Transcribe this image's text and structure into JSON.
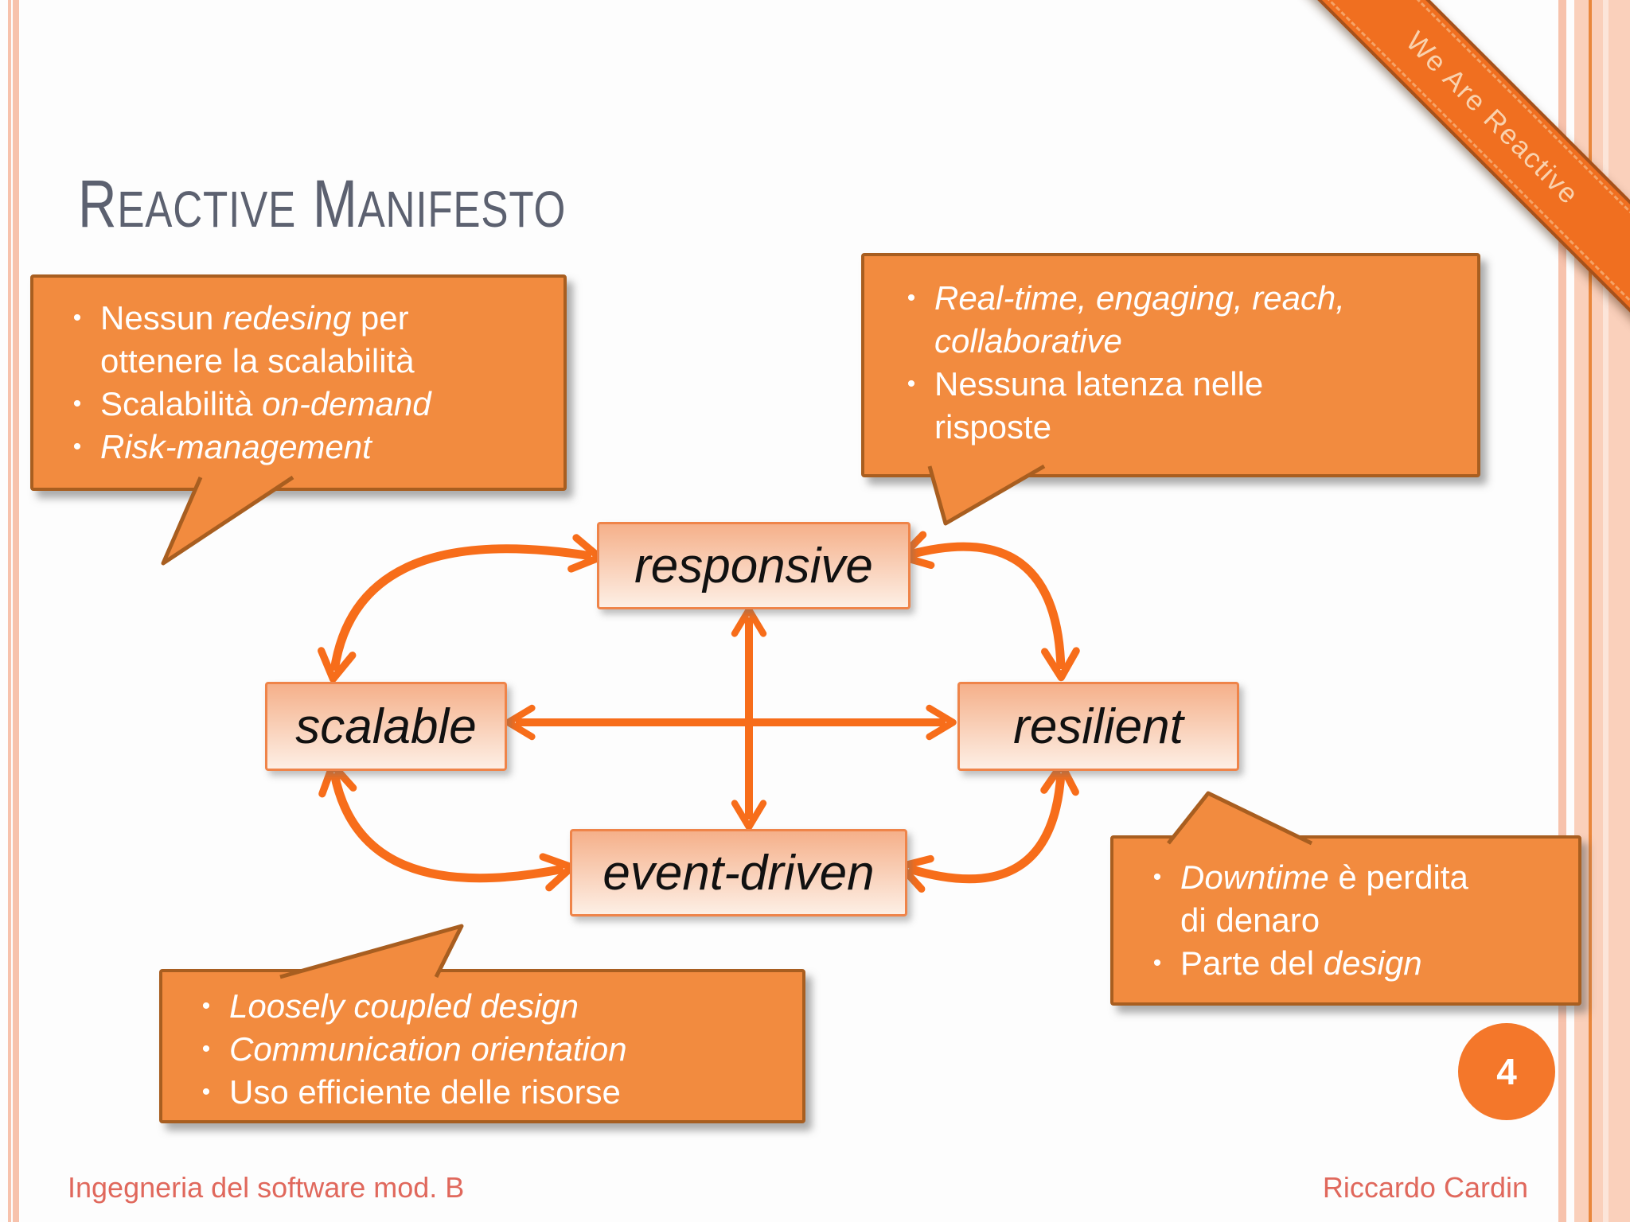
{
  "slide": {
    "title_parts": [
      {
        "big": "R",
        "rest": "EACTIVE"
      },
      {
        "big": "M",
        "rest": "ANIFESTO"
      }
    ],
    "page_number": "4"
  },
  "ribbon": {
    "text": "We Are Reactive"
  },
  "footer": {
    "left": "Ingegneria del software mod. B",
    "right": "Riccardo Cardin"
  },
  "diagram": {
    "nodes": [
      {
        "id": "responsive",
        "label": "responsive"
      },
      {
        "id": "scalable",
        "label": "scalable"
      },
      {
        "id": "resilient",
        "label": "resilient"
      },
      {
        "id": "event-driven",
        "label": "event-driven"
      }
    ]
  },
  "callouts": {
    "top_left": {
      "bullets": [
        [
          {
            "t": "Nessun ",
            "i": false
          },
          {
            "t": "redesing",
            "i": true
          },
          {
            "t": " per ottenere la scalabilità",
            "i": false
          }
        ],
        [
          {
            "t": "Scalabilità ",
            "i": false
          },
          {
            "t": "on-demand",
            "i": true
          }
        ],
        [
          {
            "t": "Risk-management",
            "i": true
          }
        ]
      ]
    },
    "top_right": {
      "bullets": [
        [
          {
            "t": "Real-time, engaging, reach, collaborative",
            "i": true
          }
        ],
        [
          {
            "t": "Nessuna latenza nelle risposte",
            "i": false
          }
        ]
      ]
    },
    "bottom_right": {
      "bullets": [
        [
          {
            "t": "Downtime",
            "i": true
          },
          {
            "t": " è perdita di denaro",
            "i": false
          }
        ],
        [
          {
            "t": "Parte del ",
            "i": false
          },
          {
            "t": "design",
            "i": true
          }
        ]
      ]
    },
    "bottom_left": {
      "bullets": [
        [
          {
            "t": "Loosely coupled design",
            "i": true
          }
        ],
        [
          {
            "t": "Communication orientation",
            "i": true
          }
        ],
        [
          {
            "t": "Uso efficiente delle risorse",
            "i": false
          }
        ]
      ]
    }
  },
  "colors": {
    "bg": "#fdfdfd",
    "title": "#5C6170",
    "callout-fill": "#F28B3F",
    "callout-border": "#A85E20",
    "callout-text": "#FFFFFF",
    "node-border": "#EF8449",
    "node-top": "#F5B08A",
    "node-bottom": "#FDEFE5",
    "node-text": "#111111",
    "arrow": "#F76D1A",
    "footer-text": "#E0685C",
    "badge": "#F4772A",
    "ribbon-fill": "#F06F20",
    "ribbon-border": "#A6511B",
    "ribbon-stitch": "#F5A468",
    "ribbon-text": "#F9D2AE",
    "stripe-light": "#F7C2AC",
    "stripe-band": "#FAD0BB",
    "stripe-line": "#E9873C"
  }
}
